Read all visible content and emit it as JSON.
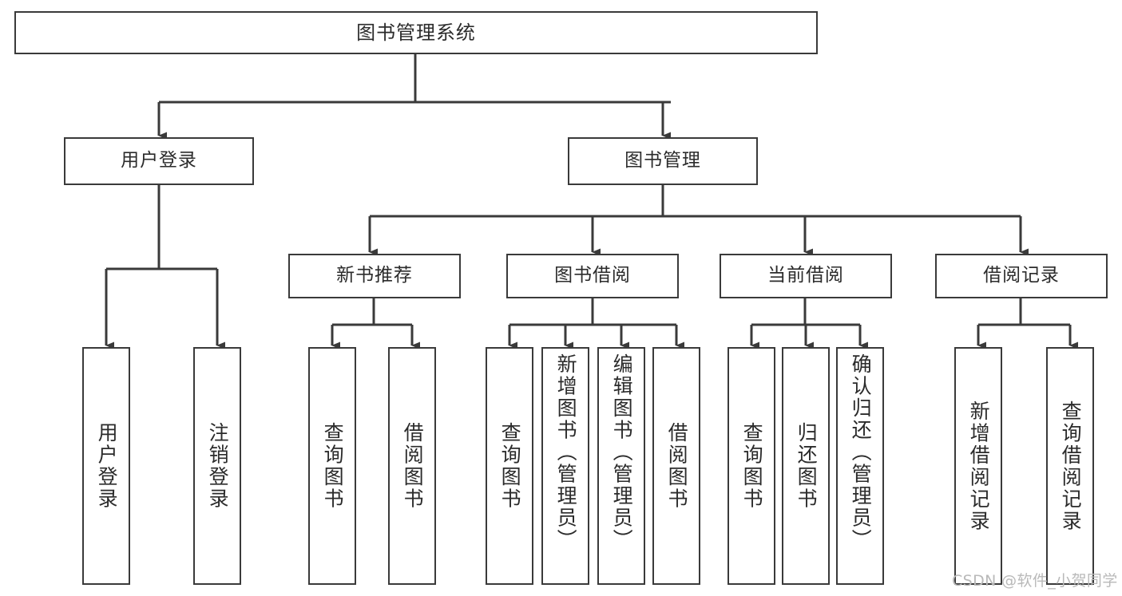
{
  "diagram": {
    "title": "图书管理系统",
    "style": {
      "box_border_color": "#3a3a3a",
      "box_fill_color": "#ffffff",
      "line_color": "#3a3a3a",
      "background_color": "#ffffff",
      "text_color": "#2b2b2b",
      "watermark_color": "#b9b9b9"
    },
    "root": {
      "label": "图书管理系统"
    },
    "level2": [
      {
        "label": "用户登录"
      },
      {
        "label": "图书管理"
      }
    ],
    "level3": [
      {
        "label": "新书推荐"
      },
      {
        "label": "图书借阅"
      },
      {
        "label": "当前借阅"
      },
      {
        "label": "借阅记录"
      }
    ],
    "leaves": {
      "user_login": [
        {
          "label": "用户登录"
        },
        {
          "label": "注销登录"
        }
      ],
      "new_book": [
        {
          "label": "查询图书"
        },
        {
          "label": "借阅图书"
        }
      ],
      "book_borrow": [
        {
          "label": "查询图书"
        },
        {
          "label": "新增图书（管理员）"
        },
        {
          "label": "编辑图书（管理员）"
        },
        {
          "label": "借阅图书"
        }
      ],
      "current_borrow": [
        {
          "label": "查询图书"
        },
        {
          "label": "归还图书"
        },
        {
          "label": "确认归还（管理员）"
        }
      ],
      "borrow_record": [
        {
          "label": "新增借阅记录"
        },
        {
          "label": "查询借阅记录"
        }
      ]
    },
    "watermark": "CSDN @软件_小贺同学"
  }
}
